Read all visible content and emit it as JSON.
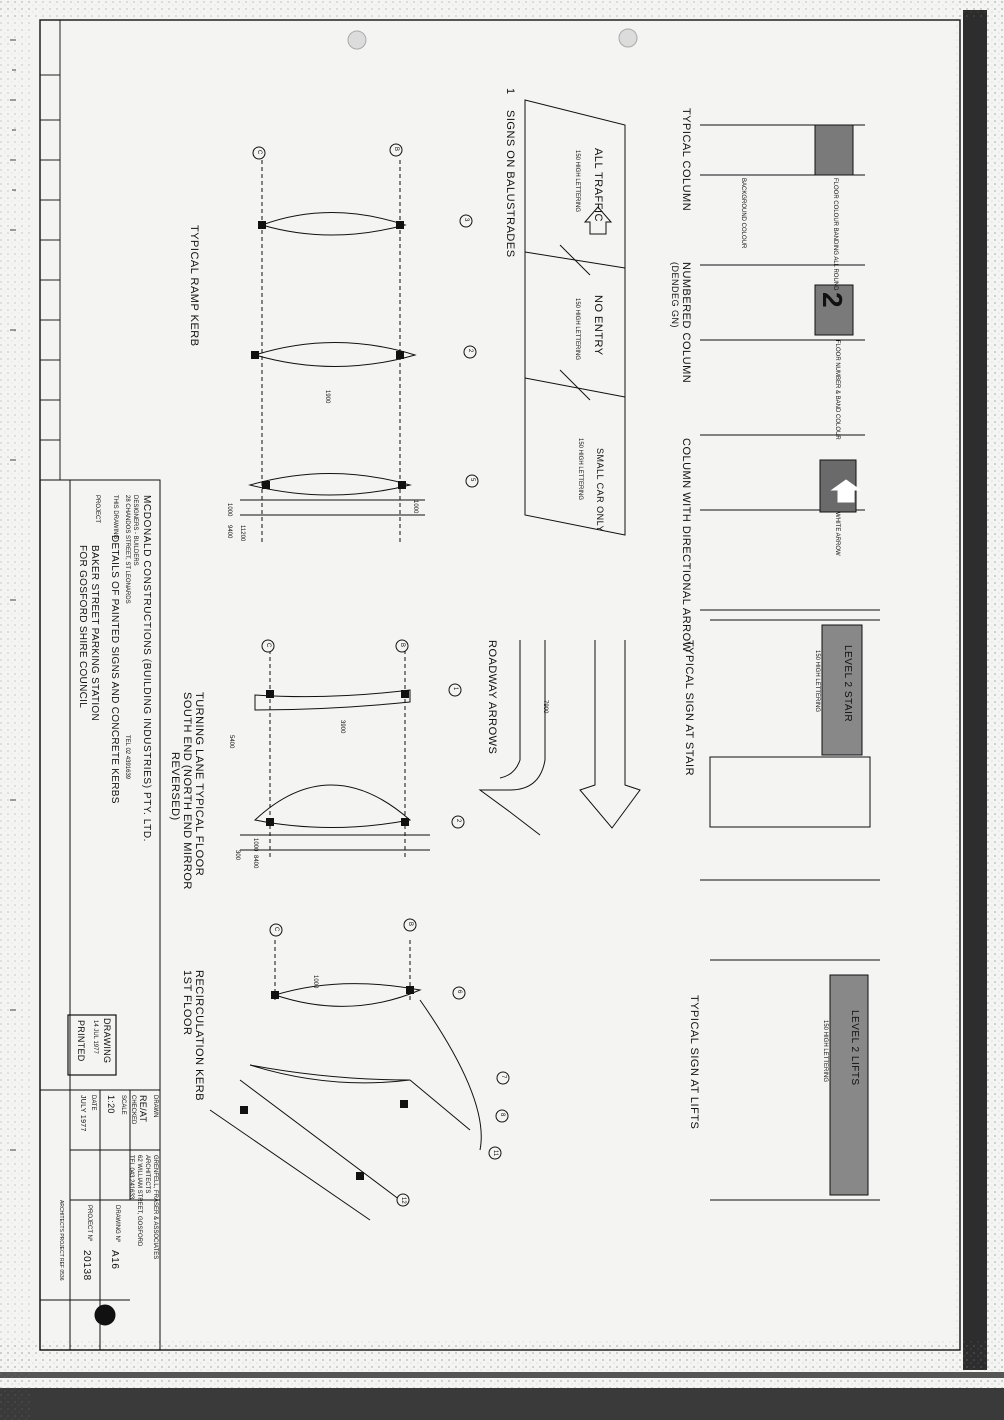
{
  "details": {
    "typical_column": "TYPICAL COLUMN",
    "typical_column_note1": "FLOOR COLOUR BANDING ALL ROUND",
    "typical_column_note2": "BACKGROUND COLOUR",
    "numbered_column": "NUMBERED COLUMN",
    "numbered_column_sub": "(DENDEG GN)",
    "numbered_column_value": "2",
    "numbered_column_note": "FLOOR NUMBER & BAND COLOUR",
    "directional_column": "COLUMN WITH DIRECTIONAL ARROW",
    "directional_column_note": "WHITE ARROW",
    "sign_at_stair": "TYPICAL SIGN AT STAIR",
    "stair_sign_text": "LEVEL 2 STAIR",
    "stair_sign_note": "150 HIGH LETTERING",
    "sign_at_lifts": "TYPICAL SIGN AT LIFTS",
    "lifts_sign_text": "LEVEL 2 LIFTS",
    "lifts_sign_note": "150 HIGH LETTERING",
    "balustrade_signs": "SIGNS ON BALUSTRADES",
    "balustrade_ref": "1",
    "sign_all_traffic": "ALL TRAFFIC",
    "sign_no_entry": "NO ENTRY",
    "sign_small_car": "SMALL CAR ONLY",
    "lettering_note": "150 HIGH LETTERING",
    "roadway_arrows": "ROADWAY ARROWS",
    "ramp_kerb": "TYPICAL RAMP KERB",
    "turning_lane": "TURNING LANE TYPICAL FLOOR",
    "turning_lane_sub1": "SOUTH END (NORTH END MIRROR",
    "turning_lane_sub2": "REVERSED)",
    "recirc_kerb": "RECIRCULATION KERB",
    "recirc_floor": "1ST FLOOR"
  },
  "grid": {
    "ramp": [
      "3",
      "2",
      "5",
      "C",
      "B"
    ],
    "turning": [
      "1",
      "2",
      "C",
      "B"
    ],
    "recirc": [
      "6",
      "7",
      "8",
      "11",
      "12",
      "C",
      "B"
    ]
  },
  "dims": {
    "d1": "1000",
    "d2": "9400",
    "d3": "11200",
    "d4": "1900",
    "d5": "1000",
    "d6": "300",
    "d7": "1000",
    "d8": "8400",
    "d9": "3900",
    "d10": "7900",
    "d11": "5400",
    "d12": "1000"
  },
  "titleblock": {
    "client": "MCDONALD  CONSTRUCTIONS  (BUILDING  INDUSTRIES) PTY.  LTD.",
    "client_sub": "DESIGNERS - BUILDERS",
    "client_addr": "28  CHANDOS  STREET,  ST  LEONARDS",
    "client_tel": "TEL  02  4391639",
    "drawing_label": "THIS DRAWING",
    "drawing_title": "DETAILS OF PAINTED SIGNS AND CONCRETE KERBS",
    "project_label": "PROJECT",
    "project_title1": "BAKER  STREET  PARKING  STATION",
    "project_title2": "FOR  GOSFORD  SHIRE  COUNCIL",
    "stamp_1": "DRAWING",
    "stamp_2": "14 JUL 1977",
    "stamp_3": "PRINTED",
    "drawn_label": "DRAWN",
    "drawn_value": "RE/AT",
    "checked_label": "CHECKED",
    "scale_label": "SCALE",
    "scale_value": "1:20",
    "date_label": "DATE",
    "date_value": "JULY 1977",
    "architect1": "GRENFELL, FRASER & ASSOCIATES",
    "architect2": "ARCHITECTS",
    "architect3": "62  WILLIAM  STREET,  GOSFORD",
    "architect4": "TEL  043  241633",
    "drawing_no_label": "DRAWING  Nº",
    "drawing_no": "A16",
    "project_no_label": "PROJECT  Nº",
    "project_no": "20138",
    "arch_ref": "ARCHITECTS PROJECT REF  0536"
  },
  "colors": {
    "ink": "#111111",
    "paper": "#f4f4f2",
    "sign_fill": "#888888",
    "column_fill": "#7a7a7a"
  }
}
